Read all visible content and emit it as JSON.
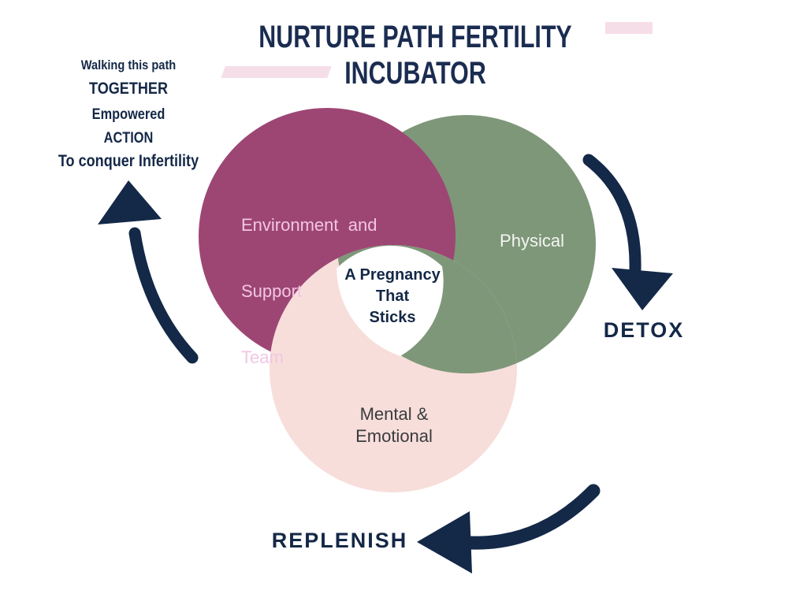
{
  "title": {
    "line1": "NURTURE PATH FERTILITY",
    "line2": "INCUBATOR"
  },
  "tagline": {
    "line1": "Walking this path",
    "line2": "TOGETHER",
    "line3": "Empowered",
    "line4": "ACTION",
    "line5": "To conquer Infertility"
  },
  "venn": {
    "environment": {
      "line1": "Environment  and",
      "line2": "Support",
      "line3": "Team"
    },
    "physical": {
      "label": "Physical"
    },
    "mental": {
      "line1": "Mental &",
      "line2": "Emotional"
    },
    "center": {
      "line1": "A Pregnancy",
      "line2": "That",
      "line3": "Sticks"
    }
  },
  "cycle_labels": {
    "detox": "DETOX",
    "replenish": "REPLENISH"
  },
  "colors": {
    "navy": "#142847",
    "purple": "#9d4674",
    "green": "#7e9779",
    "pink": "#f7dedb",
    "white": "#ffffff",
    "env_text": "#f2c6e2",
    "physical_text": "#f3f6f1",
    "mental_text": "#3b3b3d"
  }
}
